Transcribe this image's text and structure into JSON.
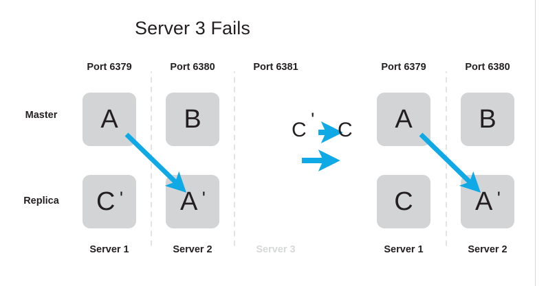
{
  "title": "Server 3 Fails",
  "colors": {
    "accent": "#0FA9E6",
    "node_fill": "#D3D4D5",
    "text": "#231F20",
    "dim_text": "#D7D8D9",
    "divider": "#E2E3E4"
  },
  "row_labels": [
    {
      "name": "master",
      "label": "Master"
    },
    {
      "name": "replica",
      "label": "Replica"
    }
  ],
  "left_cluster": {
    "ports": [
      "Port 6379",
      "Port 6380",
      "Port 6381"
    ],
    "servers": [
      {
        "label": "Server 1",
        "failed": false
      },
      {
        "label": "Server 2",
        "failed": false
      },
      {
        "label": "Server 3",
        "failed": true
      }
    ],
    "nodes": [
      {
        "name": "node-a-master-server1",
        "letter": "A",
        "prime": false
      },
      {
        "name": "node-b-master-server2",
        "letter": "B",
        "prime": false
      },
      {
        "name": "node-c-replica-server1",
        "letter": "C",
        "prime": true
      },
      {
        "name": "node-a-replica-server2",
        "letter": "A",
        "prime": true
      }
    ]
  },
  "right_cluster": {
    "ports": [
      "Port 6379",
      "Port 6380"
    ],
    "servers": [
      {
        "label": "Server 1",
        "failed": false
      },
      {
        "label": "Server 2",
        "failed": false
      }
    ],
    "nodes": [
      {
        "name": "node-a-master-server1",
        "letter": "A",
        "prime": false
      },
      {
        "name": "node-b-master-server2",
        "letter": "B",
        "prime": false
      },
      {
        "name": "node-c-replica-server1",
        "letter": "C",
        "prime": false
      },
      {
        "name": "node-a-replica-server2",
        "letter": "A",
        "prime": true
      }
    ]
  },
  "legend": {
    "from_letter": "C",
    "from_prime": true,
    "to_letter": "C",
    "to_prime": false
  }
}
